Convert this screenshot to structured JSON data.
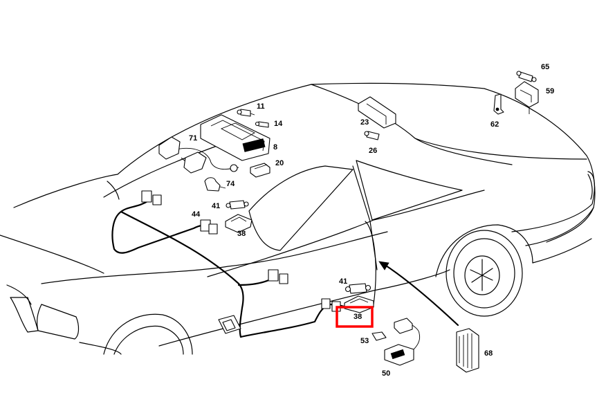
{
  "labels": {
    "p65": "65",
    "p59": "59",
    "p62": "62",
    "p11": "11",
    "p14": "14",
    "p23": "23",
    "p8": "8",
    "p71": "71",
    "p26": "26",
    "p20": "20",
    "p74": "74",
    "p41_top": "41",
    "p44": "44",
    "p38_top": "38",
    "p41_mid": "41",
    "p38_highlighted": "38",
    "p53": "53",
    "p50": "50",
    "p68": "68"
  },
  "highlight": {
    "color": "#ff0000",
    "target_part": "38"
  }
}
